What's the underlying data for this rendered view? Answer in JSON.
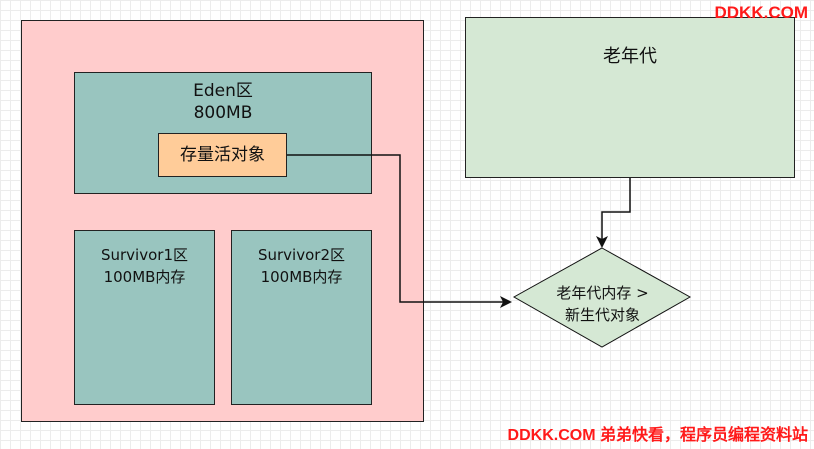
{
  "heap": {
    "eden": {
      "title": "Eden区",
      "size": "800MB",
      "live_objects": "存量活对象"
    },
    "survivor1": {
      "title": "Survivor1区",
      "size": "100MB内存"
    },
    "survivor2": {
      "title": "Survivor2区",
      "size": "100MB内存"
    }
  },
  "old_gen": {
    "title": "老年代"
  },
  "decision": {
    "line1": "老年代内存 >",
    "line2": "新生代对象"
  },
  "watermarks": {
    "top": "DDKK.COM",
    "bottom": "DDKK.COM 弟弟快看，程序员编程资料站"
  },
  "colors": {
    "heap_fill": "#ffcccc",
    "region_fill": "#99c5bf",
    "live_fill": "#ffcc99",
    "old_gen_fill": "#d5e8d4",
    "decision_fill": "#d5e8d4",
    "watermark": "#ff1a1a"
  }
}
